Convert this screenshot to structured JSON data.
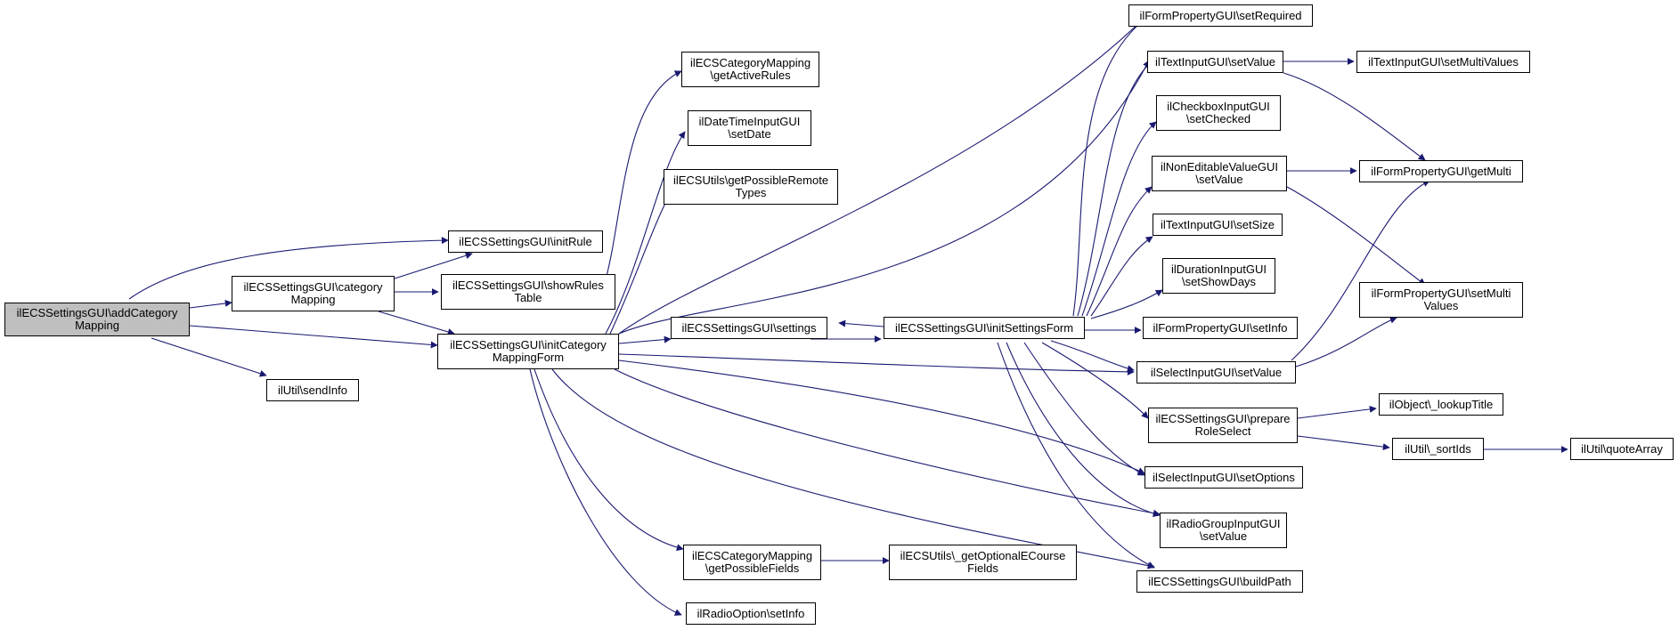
{
  "colors": {
    "edge": "#191970",
    "root_fill": "#bfbfbf",
    "node_fill": "#ffffff",
    "border": "#000000"
  },
  "nodes": {
    "addCat": {
      "lines": [
        "ilECSSettingsGUI\\addCategory",
        "Mapping"
      ]
    },
    "catMap": {
      "lines": [
        "ilECSSettingsGUI\\category",
        "Mapping"
      ]
    },
    "sendInfo": {
      "lines": [
        "ilUtil\\sendInfo"
      ]
    },
    "initRule": {
      "lines": [
        "ilECSSettingsGUI\\initRule"
      ]
    },
    "showRules": {
      "lines": [
        "ilECSSettingsGUI\\showRules",
        "Table"
      ]
    },
    "initCat": {
      "lines": [
        "ilECSSettingsGUI\\initCategory",
        "MappingForm"
      ]
    },
    "getActive": {
      "lines": [
        "ilECSCategoryMapping",
        "\\getActiveRules"
      ]
    },
    "setDate": {
      "lines": [
        "ilDateTimeInputGUI",
        "\\setDate"
      ]
    },
    "possRemote": {
      "lines": [
        "ilECSUtils\\getPossibleRemote",
        "Types"
      ]
    },
    "settings": {
      "lines": [
        "ilECSSettingsGUI\\settings"
      ]
    },
    "possFields": {
      "lines": [
        "ilECSCategoryMapping",
        "\\getPossibleFields"
      ]
    },
    "radioSetInfo": {
      "lines": [
        "ilRadioOption\\setInfo"
      ]
    },
    "optECourse": {
      "lines": [
        "ilECSUtils\\_getOptionalECourse",
        "Fields"
      ]
    },
    "initSettings": {
      "lines": [
        "ilECSSettingsGUI\\initSettingsForm"
      ]
    },
    "setRequired": {
      "lines": [
        "ilFormPropertyGUI\\setRequired"
      ]
    },
    "textSetValue": {
      "lines": [
        "ilTextInputGUI\\setValue"
      ]
    },
    "checkbox": {
      "lines": [
        "ilCheckboxInputGUI",
        "\\setChecked"
      ]
    },
    "nonEdit": {
      "lines": [
        "ilNonEditableValueGUI",
        "\\setValue"
      ]
    },
    "setSize": {
      "lines": [
        "ilTextInputGUI\\setSize"
      ]
    },
    "showDays": {
      "lines": [
        "ilDurationInputGUI",
        "\\setShowDays"
      ]
    },
    "propSetInfo": {
      "lines": [
        "ilFormPropertyGUI\\setInfo"
      ]
    },
    "selectSetValue": {
      "lines": [
        "ilSelectInputGUI\\setValue"
      ]
    },
    "prepRole": {
      "lines": [
        "ilECSSettingsGUI\\prepare",
        "RoleSelect"
      ]
    },
    "setOptions": {
      "lines": [
        "ilSelectInputGUI\\setOptions"
      ]
    },
    "radioGroup": {
      "lines": [
        "ilRadioGroupInputGUI",
        "\\setValue"
      ]
    },
    "buildPath": {
      "lines": [
        "ilECSSettingsGUI\\buildPath"
      ]
    },
    "multiValues": {
      "lines": [
        "ilTextInputGUI\\setMultiValues"
      ]
    },
    "getMulti": {
      "lines": [
        "ilFormPropertyGUI\\getMulti"
      ]
    },
    "setMulti": {
      "lines": [
        "ilFormPropertyGUI\\setMulti",
        "Values"
      ]
    },
    "lookupTitle": {
      "lines": [
        "ilObject\\_lookupTitle"
      ]
    },
    "sortIds": {
      "lines": [
        "ilUtil\\_sortIds"
      ]
    },
    "quoteArray": {
      "lines": [
        "ilUtil\\quoteArray"
      ]
    }
  }
}
